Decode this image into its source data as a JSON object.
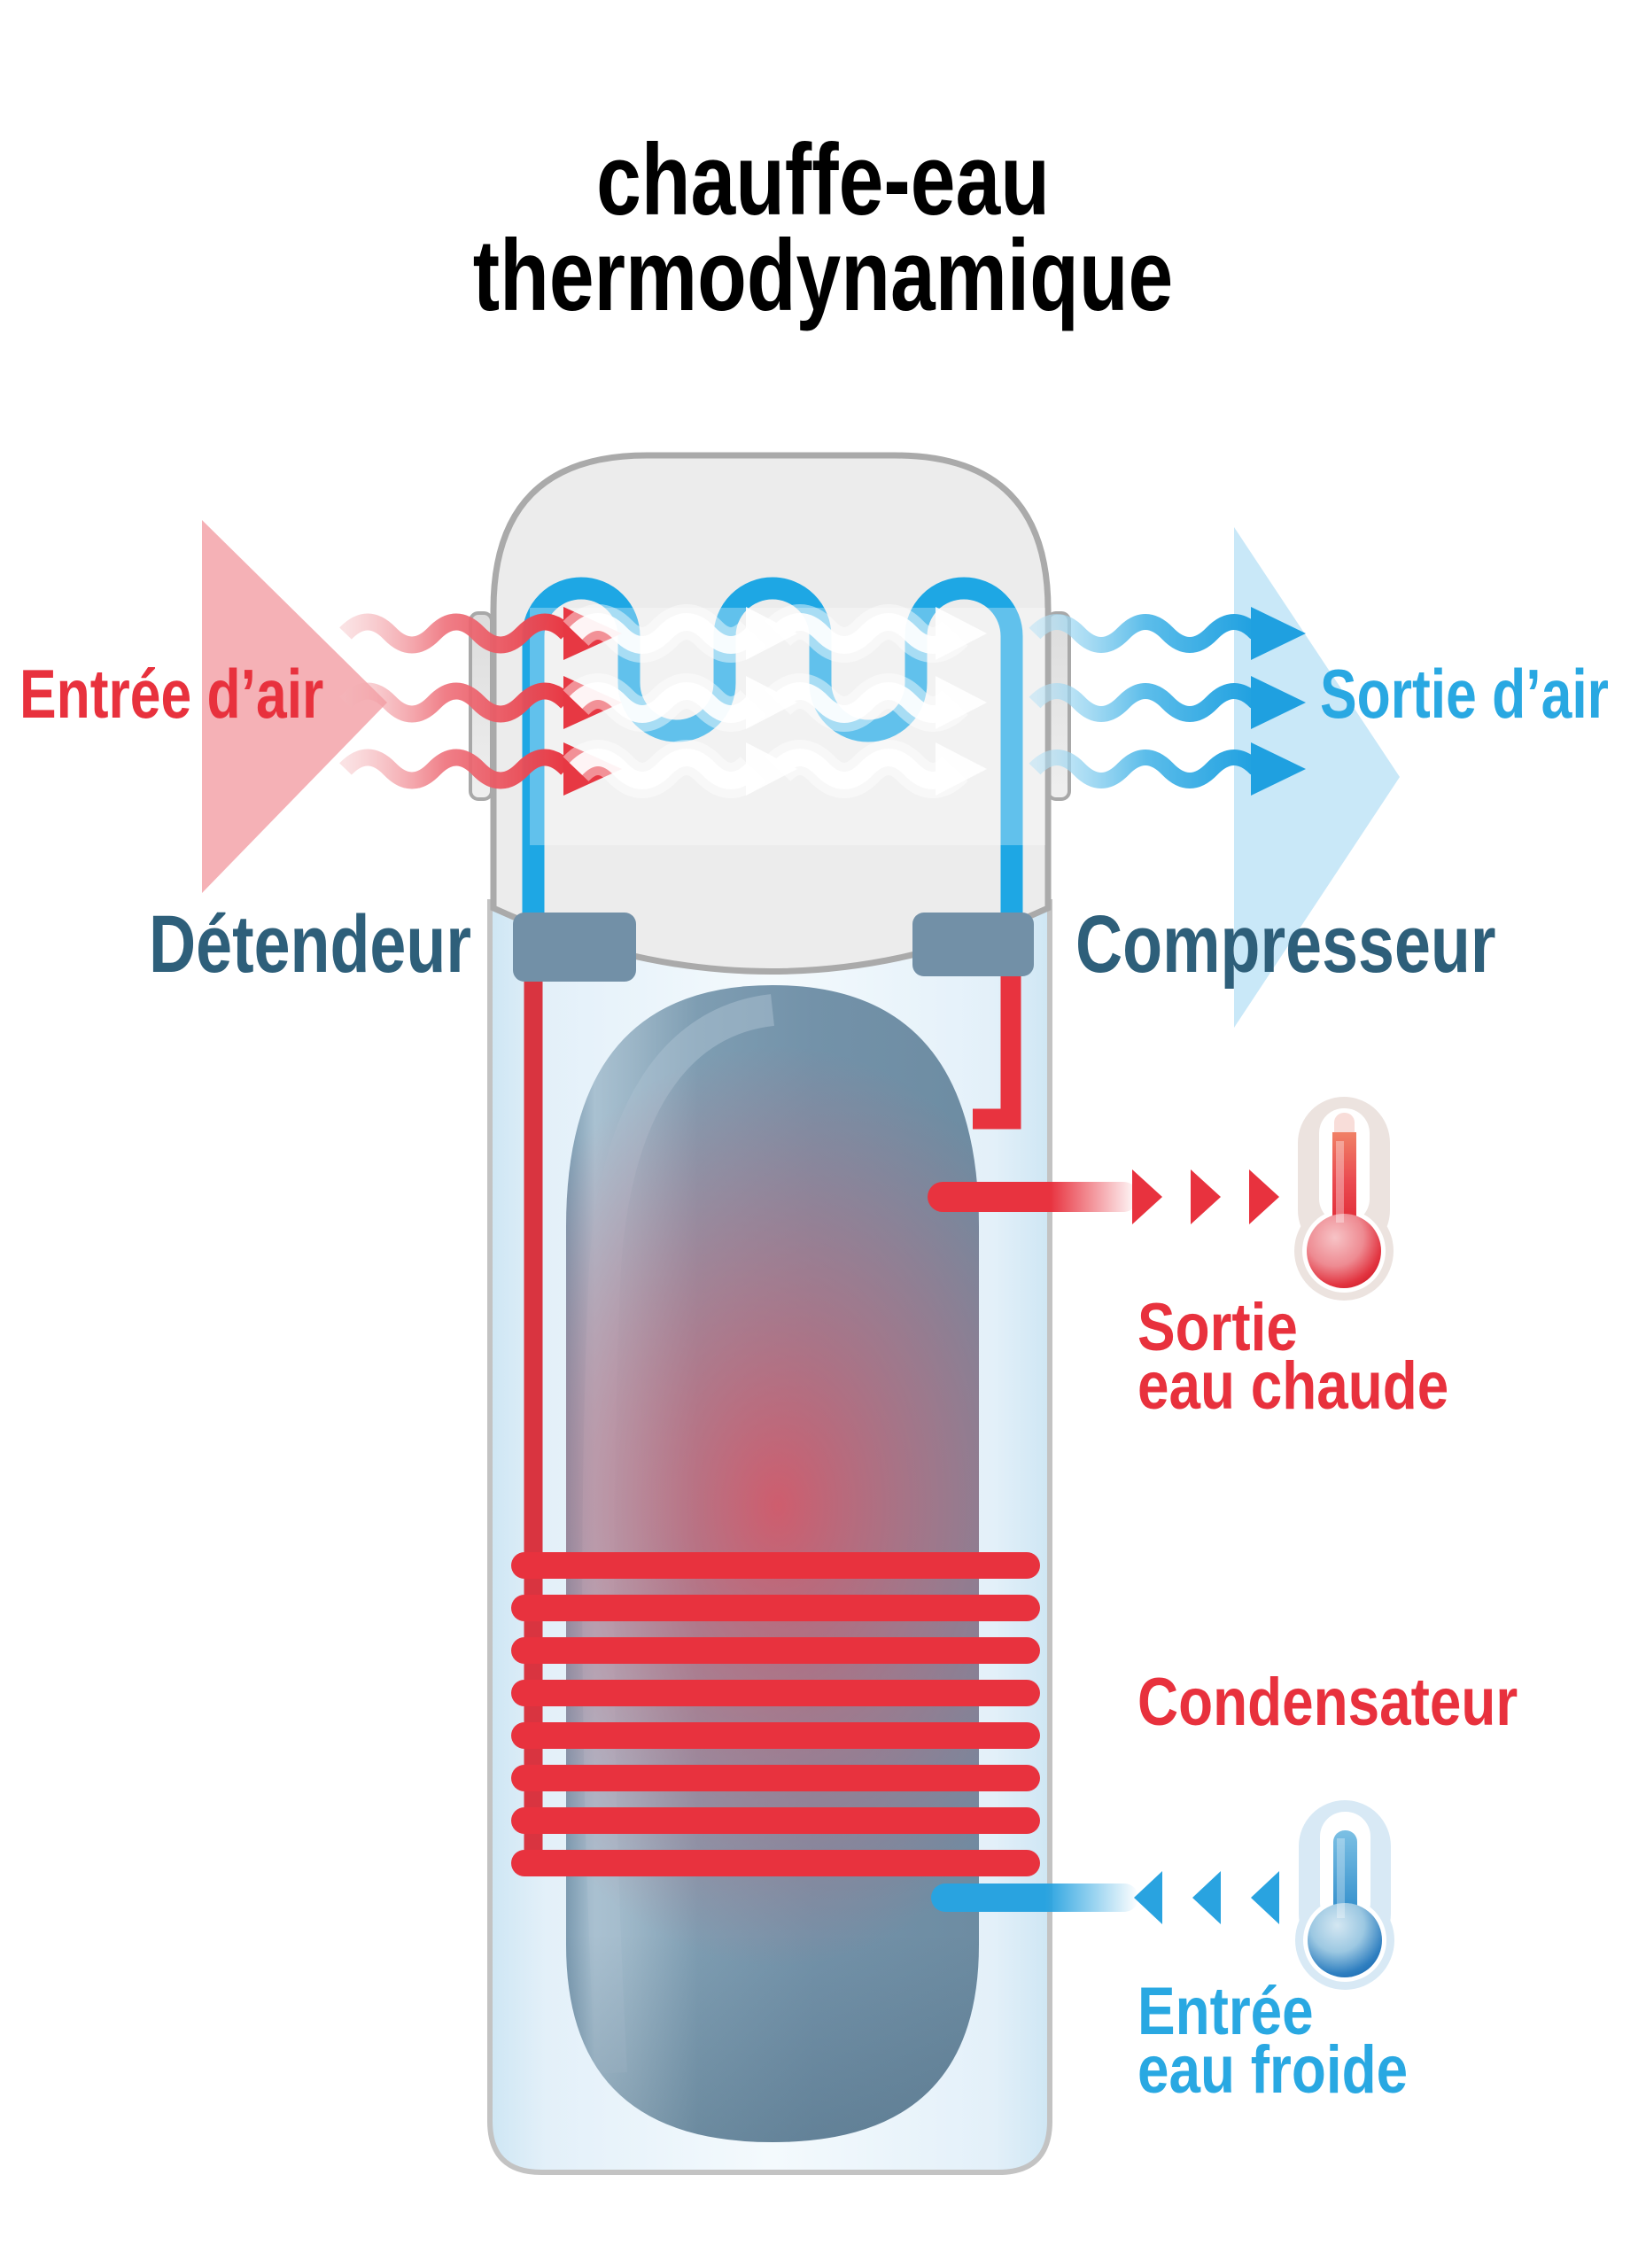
{
  "title": {
    "line1": "chauffe-eau",
    "line2": "thermodynamique"
  },
  "labels": {
    "air_in": "Entrée d’air",
    "air_out": "Sortie d’air",
    "expansion_valve": "Détendeur",
    "compressor": "Compresseur",
    "hot_water_line1": "Sortie",
    "hot_water_line2": "eau chaude",
    "condenser": "Condensateur",
    "cold_water_line1": "Entrée",
    "cold_water_line2": "eau froide"
  },
  "icons": {
    "hot_thermometer": "thermometer-hot-icon",
    "cold_thermometer": "thermometer-cold-icon",
    "evaporator": "evaporator-coil-icon"
  },
  "colors": {
    "red": "#e8323e",
    "red_text": "#e8313d",
    "pink_triangle": "#f5b1b6",
    "cyan": "#29a8e2",
    "serpentine_blue": "#1ea7e4",
    "light_blue_triangle": "#c9e8f8",
    "slate_component": "#7290a7",
    "inner_tank": "#7392a9",
    "dark_label": "#2e5f7a",
    "dome_gray": "#ececec",
    "tank_body_blue": "#d9ecf7",
    "title_black": "#000000"
  }
}
